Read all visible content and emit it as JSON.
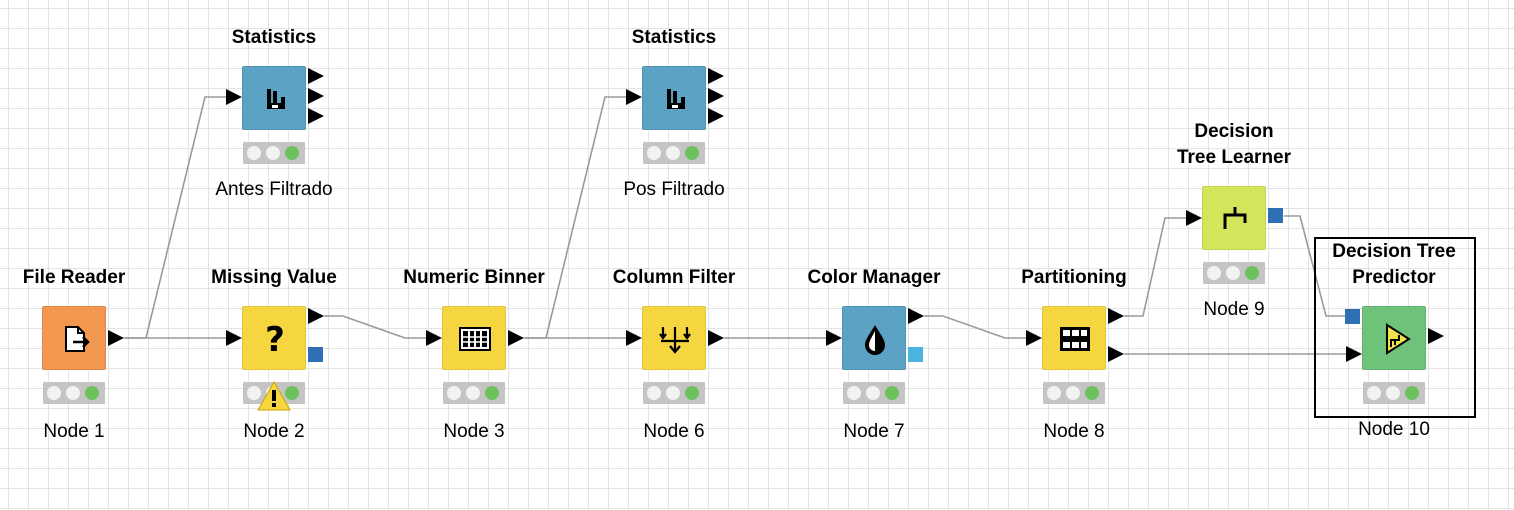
{
  "workflow": {
    "nodes": [
      {
        "id": "file-reader",
        "title": "File Reader",
        "label": "Node 1",
        "color": "#f29650",
        "icon": "file-import-icon",
        "status": "executed"
      },
      {
        "id": "missing-value",
        "title": "Missing Value",
        "label": "Node 2",
        "color": "#f5d641",
        "icon": "question-mark-icon",
        "status": "executed",
        "warning": true
      },
      {
        "id": "numeric-binner",
        "title": "Numeric Binner",
        "label": "Node 3",
        "color": "#f5d641",
        "icon": "binner-grid-icon",
        "status": "executed"
      },
      {
        "id": "column-filter",
        "title": "Column Filter",
        "label": "Node 6",
        "color": "#f5d641",
        "icon": "column-filter-icon",
        "status": "executed"
      },
      {
        "id": "color-manager",
        "title": "Color Manager",
        "label": "Node 7",
        "color": "#5ba2c4",
        "icon": "color-drop-icon",
        "status": "executed"
      },
      {
        "id": "partitioning",
        "title": "Partitioning",
        "label": "Node 8",
        "color": "#f5d641",
        "icon": "partition-rows-icon",
        "status": "executed"
      },
      {
        "id": "statistics-1",
        "title": "Statistics",
        "label": "Antes Filtrado",
        "color": "#5ba2c4",
        "icon": "statistics-icon",
        "status": "executed"
      },
      {
        "id": "statistics-2",
        "title": "Statistics",
        "label": "Pos Filtrado",
        "color": "#5ba2c4",
        "icon": "statistics-icon",
        "status": "executed"
      },
      {
        "id": "dt-learner",
        "title": "Decision\nTree Learner",
        "label": "Node 9",
        "color": "#d3e55a",
        "icon": "tree-learner-icon",
        "status": "executed"
      },
      {
        "id": "dt-predictor",
        "title": "Decision Tree\nPredictor",
        "label": "Node 10",
        "color": "#6fc27a",
        "icon": "tree-predictor-icon",
        "status": "executed",
        "selected": true
      }
    ],
    "colors": {
      "wire": "#9a9a9a",
      "model_port": "#2f6fb4",
      "color_port": "#4ab3e0",
      "status_bg": "#c4c4c4",
      "status_green": "#6cc15c",
      "grid": "#e3e3e3"
    }
  }
}
